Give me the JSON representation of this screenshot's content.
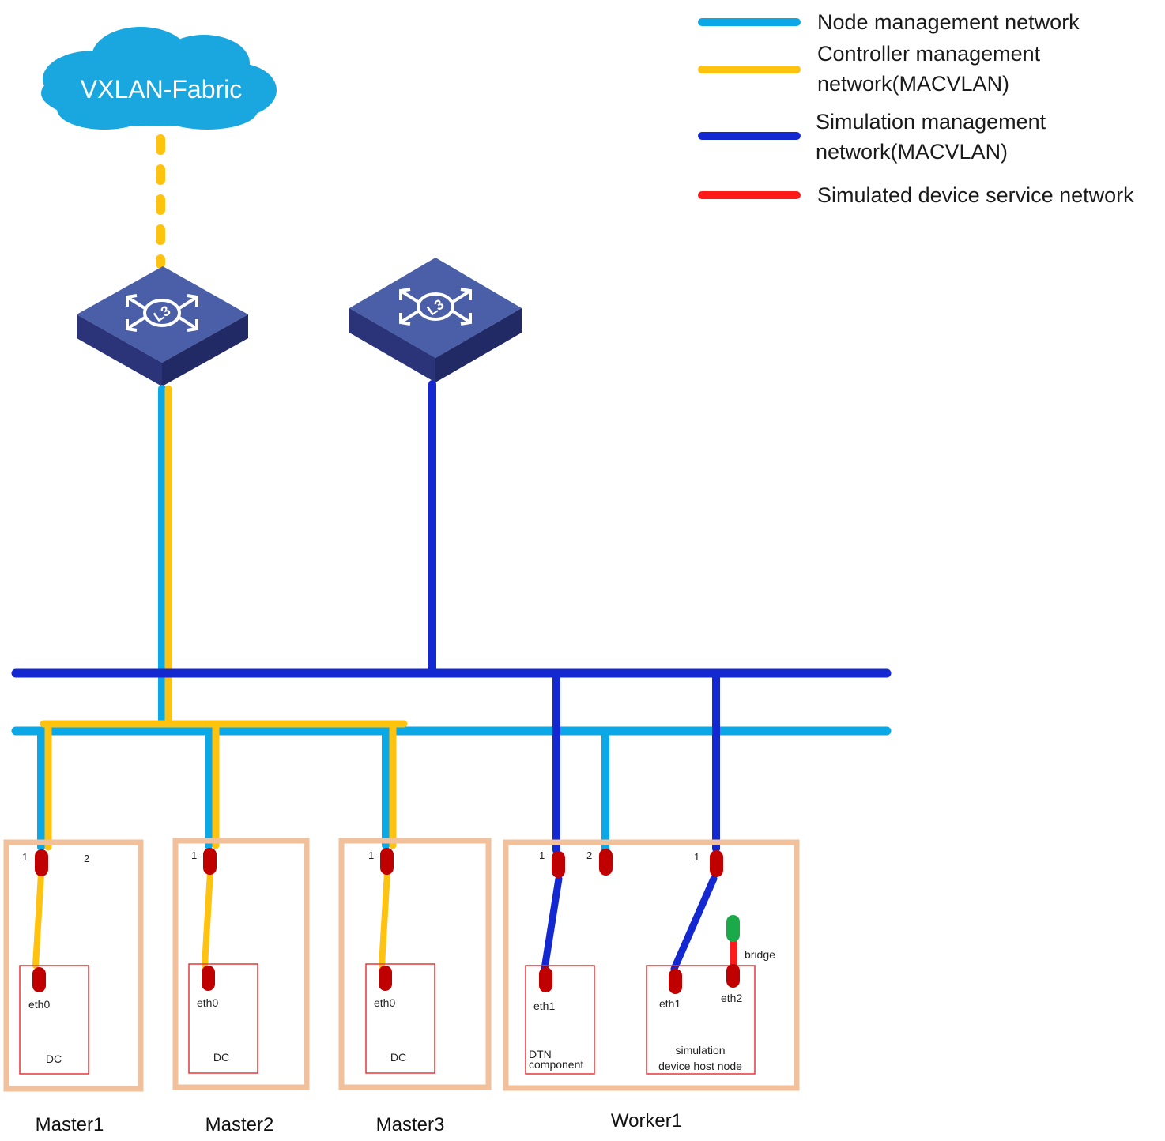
{
  "legend": {
    "node_mgmt": "Node management network",
    "ctrl_mgmt_1": "Controller management",
    "ctrl_mgmt_2": "network(MACVLAN)",
    "sim_mgmt_1": "Simulation management",
    "sim_mgmt_2": "network(MACVLAN)",
    "sim_service": "Simulated device service network"
  },
  "colors": {
    "node_mgmt": "#0aa8e6",
    "ctrl_mgmt": "#ffc20e",
    "sim_mgmt": "#1428d2",
    "sim_service": "#ff1a1a",
    "port": "#c00000",
    "bridge_port": "#1aaa4a",
    "node_border": "#f2c09a",
    "inner_border": "#e8363a",
    "cloud": "#1aa7e0",
    "switch_top": "#4a5fa8",
    "switch_side": "#2b3479"
  },
  "icons": {
    "cloud": "cloud-icon",
    "switch": "l3-switch-icon"
  },
  "cloud": {
    "label": "VXLAN-Fabric"
  },
  "switches": [
    {
      "label": "L3"
    },
    {
      "label": "L3"
    }
  ],
  "nodes": {
    "master1": {
      "name": "Master1",
      "port1": "1",
      "port2": "2",
      "eth": "eth0",
      "component": "DC"
    },
    "master2": {
      "name": "Master2",
      "port1": "1",
      "eth": "eth0",
      "component": "DC"
    },
    "master3": {
      "name": "Master3",
      "port1": "1",
      "eth": "eth0",
      "component": "DC"
    },
    "worker1": {
      "name": "Worker1",
      "port1": "1",
      "port2": "2",
      "port3": "1",
      "dtn_eth": "eth1",
      "dtn_label_1": "DTN",
      "dtn_label_2": "component",
      "sim_eth1": "eth1",
      "sim_eth2": "eth2",
      "bridge": "bridge",
      "sim_label_1": "simulation",
      "sim_label_2": "device host node"
    }
  }
}
